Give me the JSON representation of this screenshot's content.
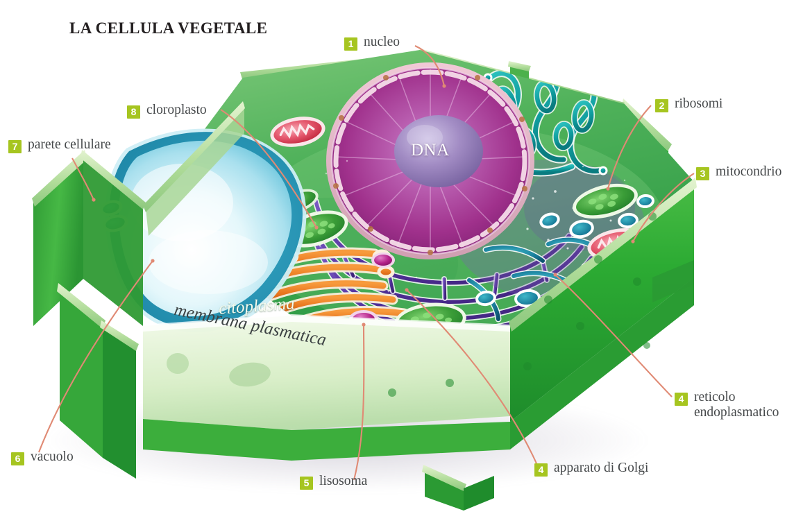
{
  "title": "LA CELLULA VEGETALE",
  "language": "it",
  "diagram_type": "labeled biological illustration",
  "subject": "plant cell (cellula vegetale), cutaway 3D view",
  "colors": {
    "badge_green": "#a6c520",
    "label_text": "#45484a",
    "title_text": "#231f20",
    "leader_line": "#e08a74",
    "cell_wall_green": "#3cae3c",
    "wall_highlight": "#b9dfa0",
    "cytoplasm_green": "#5cb85c",
    "vacuole_cyan": "#9fdcea",
    "nucleus_magenta": "#a8358f",
    "nucleolus_violet": "#8d74b8",
    "golgi_orange": "#e8761e",
    "mitochondrion_red": "#cf2032",
    "lysosome_magenta": "#b5238a",
    "er_purple": "#5b3f9d",
    "er_teal": "#15a5a5",
    "background": "#ffffff"
  },
  "numbered_callouts": [
    {
      "num": "1",
      "label": "nucleo",
      "lines": [
        "nucleo"
      ]
    },
    {
      "num": "2",
      "label": "ribosomi",
      "lines": [
        "ribosomi"
      ]
    },
    {
      "num": "3",
      "label": "mitocondrio",
      "lines": [
        "mitocondrio"
      ]
    },
    {
      "num": "4",
      "label": "reticolo endoplasmatico",
      "lines": [
        "reticolo",
        "endoplasmatico"
      ]
    },
    {
      "num": "4",
      "label": "apparato di Golgi",
      "lines": [
        "apparato di Golgi"
      ]
    },
    {
      "num": "5",
      "label": "lisosoma",
      "lines": [
        "lisosoma"
      ]
    },
    {
      "num": "6",
      "label": "vacuolo",
      "lines": [
        "vacuolo"
      ]
    },
    {
      "num": "7",
      "label": "parete cellulare",
      "lines": [
        "parete cellulare"
      ]
    },
    {
      "num": "8",
      "label": "cloroplasto",
      "lines": [
        "cloroplasto"
      ]
    }
  ],
  "inline_labels": [
    {
      "key": "citoplasma",
      "text": "citoplasma",
      "style": "italic white"
    },
    {
      "key": "membrana_plasmatica",
      "text": "membrana plasmatica",
      "style": "italic dark"
    },
    {
      "key": "dna",
      "text": "DNA",
      "style": "white serif"
    }
  ],
  "callouts": {
    "nucleo": {
      "num": "1",
      "text": "nucleo"
    },
    "ribosomi": {
      "num": "2",
      "text": "ribosomi"
    },
    "mitocondrio": {
      "num": "3",
      "text": "mitocondrio"
    },
    "reticolo": {
      "num": "4",
      "line1": "reticolo",
      "line2": "endoplasmatico"
    },
    "golgi": {
      "num": "4",
      "text": "apparato di Golgi"
    },
    "lisosoma": {
      "num": "5",
      "text": "lisosoma"
    },
    "vacuolo": {
      "num": "6",
      "text": "vacuolo"
    },
    "parete": {
      "num": "7",
      "text": "parete cellulare"
    },
    "cloroplasto": {
      "num": "8",
      "text": "cloroplasto"
    }
  },
  "inline": {
    "citoplasma": "citoplasma",
    "membrana": "membrana plasmatica",
    "dna": "DNA"
  }
}
